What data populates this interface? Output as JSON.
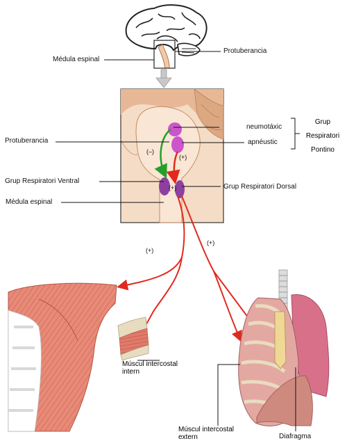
{
  "labels": {
    "medula_top": "Médula espinal",
    "protuberancia_top": "Protuberancia",
    "protuberancia_mid": "Protuberancia",
    "neumotaxic": "neumotáxic",
    "apneustic": "apnéustic",
    "grup_respiratori_pontino": [
      "Grup",
      "Respiratori",
      "Pontino"
    ],
    "grup_ventral": "Grup   Respiratori   Ventral",
    "grup_dorsal": "Grup   Respiratori   Dorsal",
    "medula_mid": "Médula espinal",
    "plus_left": "(+)",
    "plus_right": "(+)",
    "minus_inset": "(–)",
    "plus_inset_upper": "(+)",
    "plus_inset_lower": "(+)",
    "musc_intern": [
      "Múscul   intercostal",
      "intern"
    ],
    "musc_extern": [
      "Múscul   intercostal",
      "extern"
    ],
    "diafragma": "Diafragma"
  },
  "colors": {
    "nerve_red": "#e02a1f",
    "inhibit_green": "#22a02a",
    "nucleus_purple": "#8e3fa0",
    "nucleus_magenta": "#cc55cc",
    "brain_tissue": "#f2c9a8",
    "muscle": "#e88a78",
    "rib": "#e8dcc0"
  }
}
